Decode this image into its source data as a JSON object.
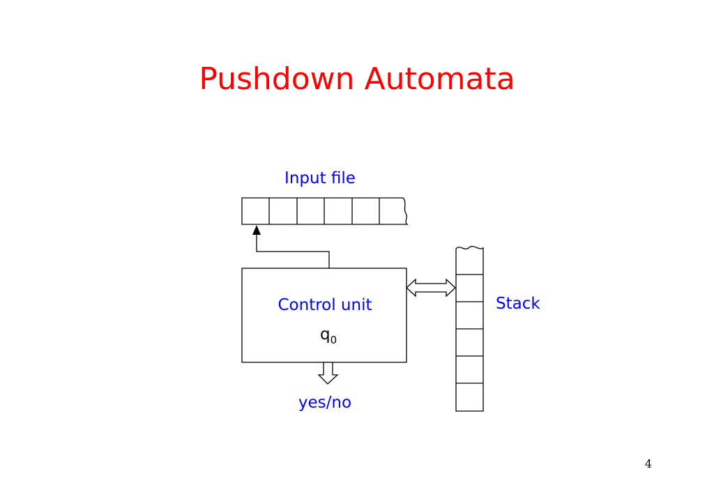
{
  "slide": {
    "title": "Pushdown Automata",
    "page_number": "4"
  },
  "diagram": {
    "input_label": "Input file",
    "control_label": "Control unit",
    "state_symbol": "q",
    "state_subscript": "0",
    "stack_label": "Stack",
    "output_label": "yes/no",
    "label_color": "#0000ff",
    "title_color": "#ff0000"
  }
}
